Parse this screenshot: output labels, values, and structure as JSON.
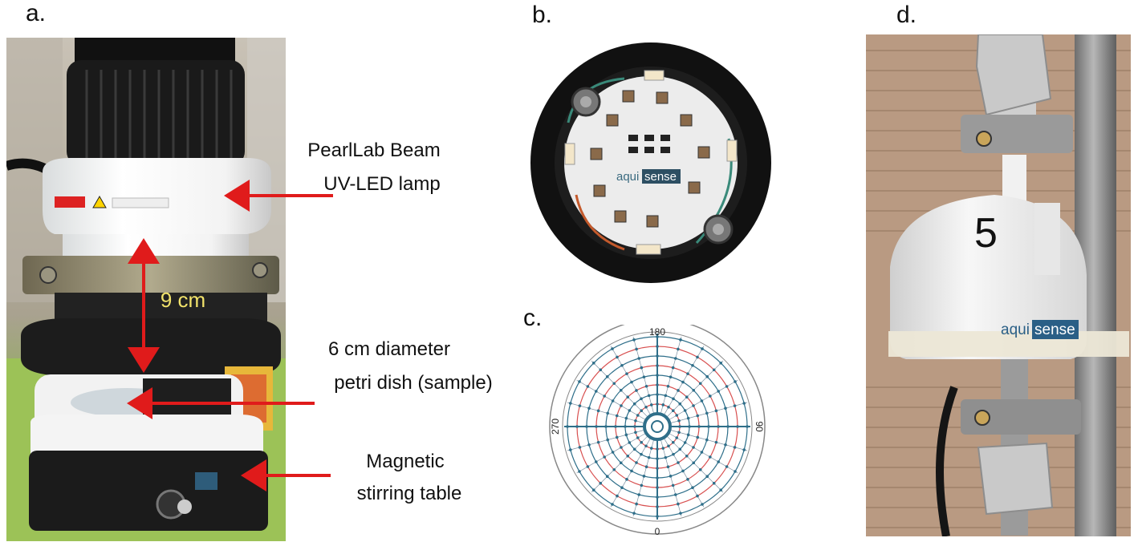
{
  "panels": {
    "a": {
      "letter": "a.",
      "labels": {
        "lamp_line1": "PearlLab Beam",
        "lamp_line2": "UV-LED lamp",
        "distance": "9 cm",
        "dish_line1": "6 cm diameter",
        "dish_line2": "petri dish (sample)",
        "table_line1": "Magnetic",
        "table_line2": "stirring table"
      }
    },
    "b": {
      "letter": "b.",
      "brand_a": "aqui",
      "brand_b": "sense"
    },
    "c": {
      "letter": "c.",
      "dial_labels": [
        "180",
        "90",
        "270",
        "0"
      ]
    },
    "d": {
      "letter": "d.",
      "marker": "5",
      "brand_a": "aqui",
      "brand_b": "sense"
    }
  },
  "colors": {
    "arrow": "#e01b1b",
    "distance_label": "#f2e36b",
    "polar_red": "#d85050",
    "polar_blue": "#2f6f8a"
  }
}
